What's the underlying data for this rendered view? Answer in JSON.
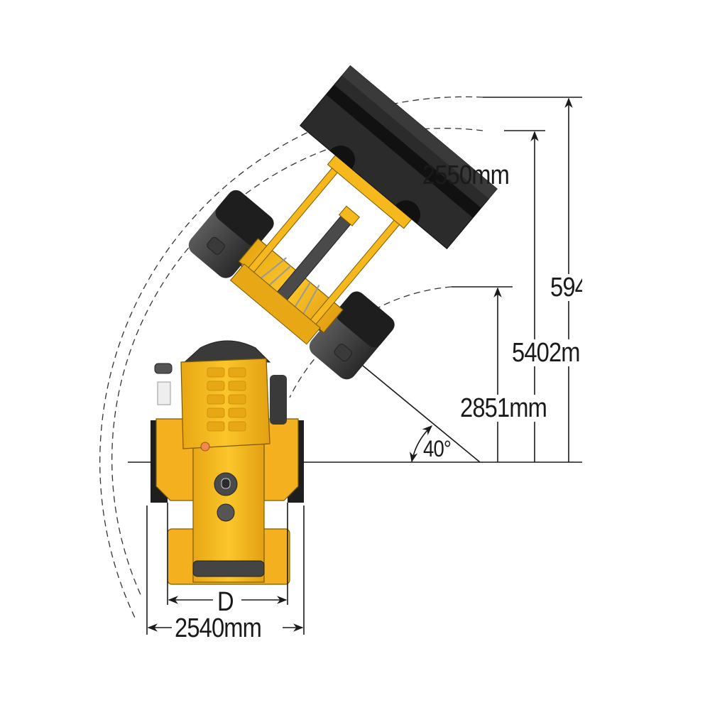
{
  "diagram": {
    "subject": "Wheel loader articulated turning radius (top view)",
    "colors": {
      "machine_yellow": "#F6B81C",
      "machine_yellow_dark": "#D8970F",
      "bucket_dark": "#2b2b2b",
      "tire_dark": "#1e1e1e",
      "tire_grey": "#4a4a4a",
      "line": "#1a1a1a",
      "indicator_orange": "#F08A4B"
    },
    "dimensions": {
      "bucket_width": "2550mm",
      "outer_radius_bucket": "594",
      "outer_radius_machine": "5402m",
      "inner_radius": "2851mm",
      "articulation_angle": "40°",
      "tread_width": "D",
      "overall_width": "2540mm"
    }
  }
}
